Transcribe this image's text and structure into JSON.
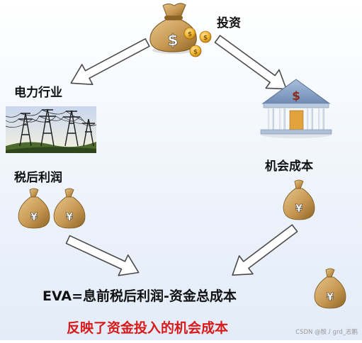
{
  "labels": {
    "investment": "投资",
    "power_industry": "电力行业",
    "after_tax_profit": "税后利润",
    "opportunity_cost": "机会成本",
    "formula": "EVA=息前税后利润-资金总成本",
    "conclusion": "反映了资金投入的机会成本",
    "watermark": "CSDN @殷丿grd_志鹏"
  },
  "icons": {
    "dollar_symbol": "$",
    "yen_symbol": "¥"
  },
  "colors": {
    "text": "#111111",
    "conclusion": "#d81a1a",
    "arrow_stroke": "#4a4a4a",
    "arrow_fill": "#ffffff",
    "bag": "#c79852",
    "bag_dark": "#8d6426",
    "coin": "#f3b52f",
    "bank_roof": "#8aa4c8",
    "bank_door": "#e2a33d"
  }
}
